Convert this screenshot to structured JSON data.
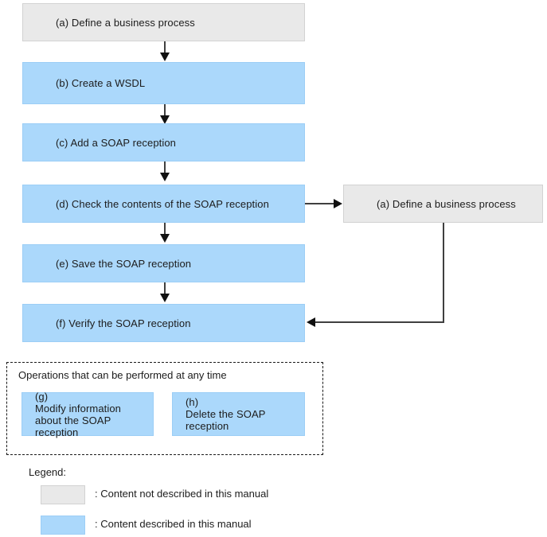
{
  "diagram": {
    "type": "flowchart",
    "nodes": [
      {
        "id": "a-main",
        "label": "(a) Define a business process",
        "fill": "gray",
        "style": "not-described"
      },
      {
        "id": "b",
        "label": "(b) Create a WSDL",
        "fill": "blue",
        "style": "described"
      },
      {
        "id": "c",
        "label": "(c) Add a SOAP reception",
        "fill": "blue",
        "style": "described"
      },
      {
        "id": "d",
        "label": "(d) Check the contents of the SOAP reception",
        "fill": "blue",
        "style": "described"
      },
      {
        "id": "a-side",
        "label": "(a) Define a business process",
        "fill": "gray",
        "style": "not-described"
      },
      {
        "id": "e",
        "label": "(e) Save the SOAP reception",
        "fill": "blue",
        "style": "described"
      },
      {
        "id": "f",
        "label": "(f) Verify the SOAP reception",
        "fill": "blue",
        "style": "described"
      },
      {
        "id": "g",
        "label_prefix": "(g) ",
        "label_body": "Modify information about the SOAP reception",
        "fill": "blue",
        "style": "described"
      },
      {
        "id": "h",
        "label_prefix": "(h) ",
        "label_body": "Delete the SOAP reception",
        "fill": "blue",
        "style": "described"
      }
    ],
    "edges": [
      {
        "from": "a-main",
        "to": "b",
        "direction": "down"
      },
      {
        "from": "b",
        "to": "c",
        "direction": "down"
      },
      {
        "from": "c",
        "to": "d",
        "direction": "down"
      },
      {
        "from": "d",
        "to": "a-side",
        "direction": "right"
      },
      {
        "from": "d",
        "to": "e",
        "direction": "down"
      },
      {
        "from": "e",
        "to": "f",
        "direction": "down"
      },
      {
        "from": "a-side",
        "to": "f",
        "direction": "down-then-left"
      }
    ]
  },
  "group": {
    "title": "Operations that can be performed at any time"
  },
  "legend": {
    "title": "Legend:",
    "entries": [
      {
        "swatch": "gray",
        "color": "#e9e9e9",
        "text": ": Content not described in this manual"
      },
      {
        "swatch": "blue",
        "color": "#abd8fb",
        "text": ": Content described in this manual"
      }
    ]
  },
  "colors": {
    "gray_fill": "#e9e9e9",
    "gray_border": "#d2d2d2",
    "blue_fill": "#abd8fb",
    "blue_border": "#9ccef6",
    "line": "#3f3f3f",
    "arrowhead": "#111111",
    "text": "#1c1c1c",
    "background": "#ffffff"
  }
}
